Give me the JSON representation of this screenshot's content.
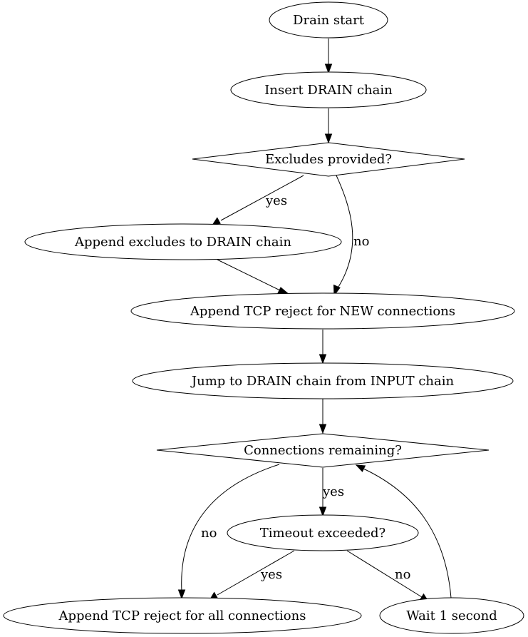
{
  "diagram": {
    "type": "flowchart",
    "nodes": {
      "start": "Drain start",
      "insert": "Insert DRAIN chain",
      "excludes_q": "Excludes provided?",
      "append_excludes": "Append excludes to DRAIN chain",
      "reject_new": "Append TCP reject for NEW connections",
      "jump": "Jump to DRAIN chain from INPUT chain",
      "remaining_q": "Connections remaining?",
      "timeout_q": "Timeout exceeded?",
      "reject_all": "Append TCP reject for all connections",
      "wait": "Wait 1 second"
    },
    "edges": {
      "start_insert": "",
      "insert_excludes": "",
      "excludes_yes": "yes",
      "excludes_no": "no",
      "append_to_reject": "",
      "reject_to_jump": "",
      "jump_to_remaining": "",
      "remaining_yes": "yes",
      "remaining_no": "no",
      "timeout_yes": "yes",
      "timeout_no": "no",
      "wait_loop": ""
    }
  }
}
